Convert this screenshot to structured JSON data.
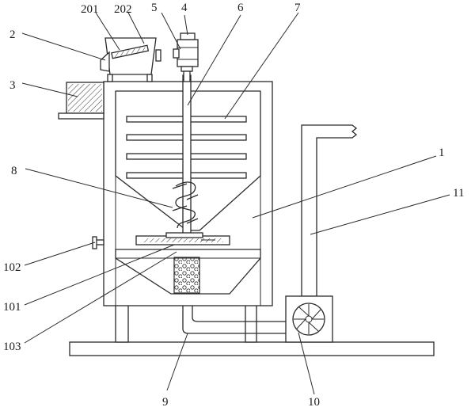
{
  "labels": {
    "l1": "1",
    "l2": "2",
    "l3": "3",
    "l4": "4",
    "l5": "5",
    "l6": "6",
    "l7": "7",
    "l8": "8",
    "l9": "9",
    "l10": "10",
    "l11": "11",
    "l101": "101",
    "l102": "102",
    "l103": "103",
    "l201": "201",
    "l202": "202"
  }
}
